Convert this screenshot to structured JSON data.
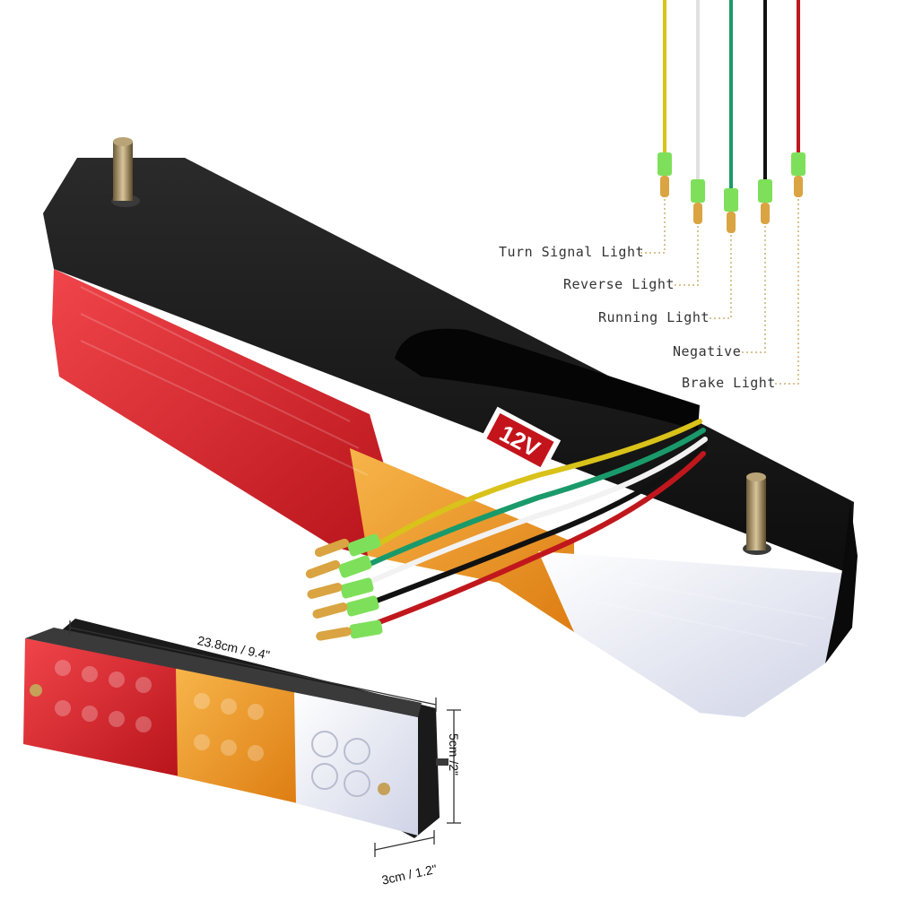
{
  "product": {
    "voltage_badge": "12V"
  },
  "wires": [
    {
      "label": "Turn Signal Light",
      "color": "#d9c21a"
    },
    {
      "label": "Reverse Light",
      "color": "#f2f2f2"
    },
    {
      "label": "Running Light",
      "color": "#1a9a6a"
    },
    {
      "label": "Negative",
      "color": "#111111"
    },
    {
      "label": "Brake Light",
      "color": "#c0171d"
    }
  ],
  "dimensions": {
    "length": "23.8cm / 9.4\"",
    "height": "5cm /2\"",
    "depth": "3cm / 1.2\""
  },
  "colors": {
    "housing": "#161616",
    "red_lens": "#d9232a",
    "amber_lens": "#f09a23",
    "clear_lens": "#e9ecf4",
    "connector": "#7ee05a",
    "pin": "#d9a441"
  }
}
